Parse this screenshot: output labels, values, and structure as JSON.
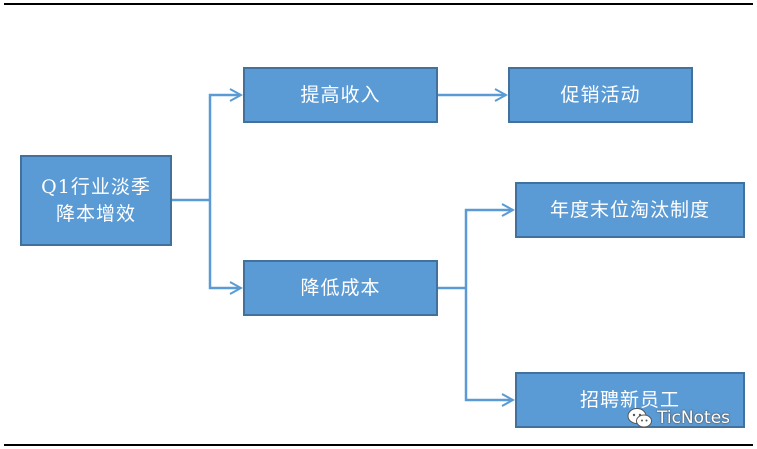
{
  "diagram": {
    "root": {
      "line1": "Q1行业淡季",
      "line2": "降本增效"
    },
    "branch_revenue": "提高收入",
    "leaf_promotion": "促销活动",
    "branch_cost": "降低成本",
    "leaf_elimination": "年度末位淘汰制度",
    "leaf_hiring": "招聘新员工"
  },
  "watermark": {
    "text": "TicNotes",
    "icon": "wechat-icon"
  },
  "colors": {
    "box_fill": "#5b9bd5",
    "box_border": "#41719c",
    "connector": "#5b9bd5"
  }
}
